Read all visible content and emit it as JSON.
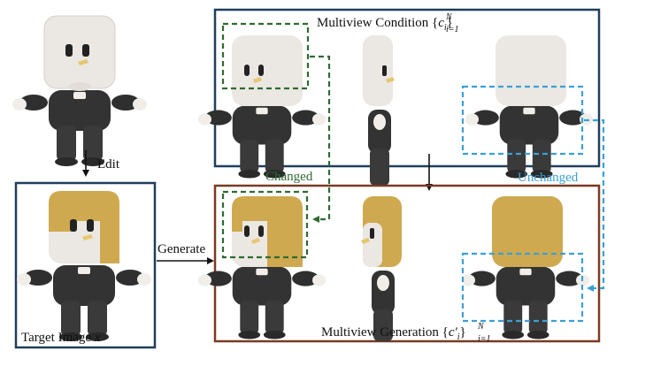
{
  "labels": {
    "edit": "Edit",
    "generate": "Generate",
    "changed": "Changed",
    "unchanged": "Unchanged",
    "target_image": "Target Image",
    "target_image_var": "x",
    "multiview_condition": "Multiview Condition",
    "condition_set_var": "c",
    "condition_set_sub": "i",
    "condition_set_range": "i=1",
    "condition_set_sup": "N",
    "multiview_generation": "Multiview Generation",
    "generation_set_var": "c'",
    "generation_set_sub": "i",
    "generation_set_range": "i=1",
    "generation_set_sup": "N"
  },
  "colors": {
    "navy_frame": "#1f3f5b",
    "brown_frame": "#7a3b22",
    "changed_green": "#2e6b32",
    "unchanged_blue": "#3aa0d6",
    "hair_gold": "#cfa94f",
    "head_white": "#ebe7e3",
    "body_black": "#3a3a3a"
  }
}
